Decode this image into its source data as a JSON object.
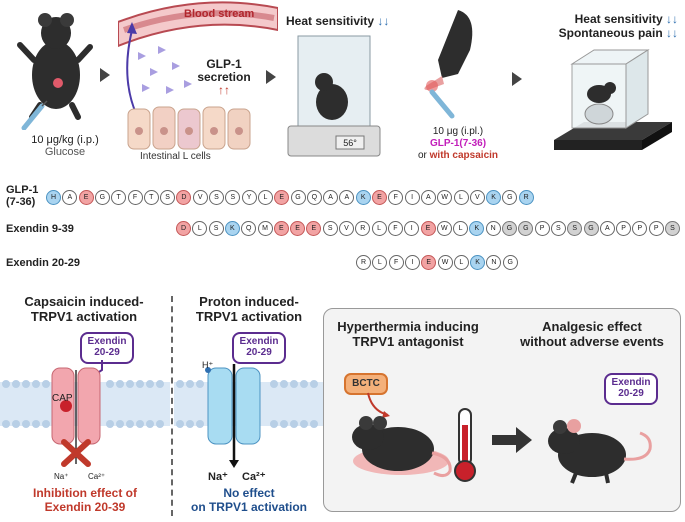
{
  "top": {
    "dose_line1": "10 μg/kg (i.p.)",
    "dose_line2": "Glucose",
    "blood_stream": "Blood stream",
    "glp1_secretion_l1": "GLP-1",
    "glp1_secretion_l2": "secretion",
    "intestinal_cells": "Intestinal L cells",
    "heat_sensitivity": "Heat sensitivity",
    "hotplate_display": "56°",
    "ipl_line1": "10 μg (i.pl.)",
    "ipl_line2": "GLP-1(7-36)",
    "ipl_line3a": "or ",
    "ipl_line3b": "with capsaicin",
    "right_heat": "Heat sensitivity",
    "right_spont": "Spontaneous pain"
  },
  "sequences": {
    "glp1": {
      "label": "GLP-1\n(7-36)",
      "residues": [
        "H",
        "A",
        "E",
        "G",
        "T",
        "F",
        "T",
        "S",
        "D",
        "V",
        "S",
        "S",
        "Y",
        "L",
        "E",
        "G",
        "Q",
        "A",
        "A",
        "K",
        "E",
        "F",
        "I",
        "A",
        "W",
        "L",
        "V",
        "K",
        "G",
        "R"
      ],
      "colors": [
        "b",
        "n",
        "r",
        "n",
        "n",
        "n",
        "n",
        "n",
        "r",
        "n",
        "n",
        "n",
        "n",
        "n",
        "r",
        "n",
        "n",
        "n",
        "n",
        "b",
        "r",
        "n",
        "n",
        "n",
        "n",
        "n",
        "n",
        "b",
        "n",
        "b"
      ]
    },
    "ex939": {
      "label": "Exendin 9-39",
      "residues": [
        "D",
        "L",
        "S",
        "K",
        "Q",
        "M",
        "E",
        "E",
        "E",
        "S",
        "V",
        "R",
        "L",
        "F",
        "I",
        "E",
        "W",
        "L",
        "K",
        "N",
        "G",
        "G",
        "P",
        "S",
        "S",
        "G",
        "A",
        "P",
        "P",
        "P",
        "S"
      ],
      "colors": [
        "r",
        "n",
        "n",
        "b",
        "n",
        "n",
        "r",
        "r",
        "r",
        "n",
        "n",
        "n",
        "n",
        "n",
        "n",
        "r",
        "n",
        "n",
        "b",
        "n",
        "g",
        "g",
        "n",
        "n",
        "g",
        "g",
        "n",
        "n",
        "n",
        "n",
        "g"
      ]
    },
    "ex2029": {
      "label": "Exendin 20-29",
      "residues": [
        "R",
        "L",
        "F",
        "I",
        "E",
        "W",
        "L",
        "K",
        "N",
        "G"
      ],
      "colors": [
        "n",
        "n",
        "n",
        "n",
        "r",
        "n",
        "n",
        "b",
        "n",
        "n"
      ]
    }
  },
  "bottom_left": {
    "title": "Capsaicin induced-\nTRPV1 activation",
    "bubble": "Exendin\n20-29",
    "cap": "CAP",
    "na": "Na⁺",
    "ca": "Ca²⁺",
    "result": "Inhibition effect of\nExendin 20-39"
  },
  "bottom_mid": {
    "title": "Proton induced-\nTRPV1 activation",
    "bubble": "Exendin\n20-29",
    "h": "H⁺",
    "na": "Na⁺",
    "ca": "Ca²⁺",
    "result": "No effect\non TRPV1 activation"
  },
  "bottom_right": {
    "title_left": "Hyperthermia inducing\nTRPV1 antagonist",
    "title_right": "Analgesic effect\nwithout adverse events",
    "bctc": "BCTC",
    "bubble": "Exendin\n20-29"
  },
  "colors": {
    "red_residue": "#f2a3a3",
    "blue_residue": "#a9d4f0",
    "grey_residue": "#d2d2d2",
    "purple": "#5b2c8f",
    "red_text": "#c0392b",
    "blue_text": "#1f4e8c",
    "magenta": "#c21dba"
  }
}
